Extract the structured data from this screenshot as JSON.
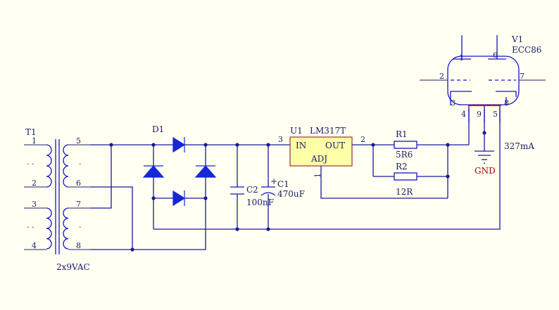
{
  "colors": {
    "background": "#fffff2",
    "wire": "#1a1a99",
    "ic_fill": "#ffffa8",
    "gnd_label": "#990000"
  },
  "transformer": {
    "ref": "T1",
    "spec": "2x9VAC",
    "pins_left": [
      "1",
      "2",
      "3",
      "4"
    ],
    "pins_right": [
      "5",
      "6",
      "7",
      "8"
    ]
  },
  "bridge": {
    "ref": "D1"
  },
  "capacitors": [
    {
      "ref": "C2",
      "value": "100nF"
    },
    {
      "ref": "C1",
      "value": "470uF",
      "polarity": "+"
    }
  ],
  "regulator": {
    "ref": "U1",
    "part": "LM317T",
    "pin_in": "IN",
    "pin_out": "OUT",
    "pin_adj": "ADJ",
    "pin_in_num": "3",
    "pin_out_num": "2",
    "pin_adj_num": "1"
  },
  "resistors": [
    {
      "ref": "R1",
      "value": "5R6"
    },
    {
      "ref": "R2",
      "value": ""
    }
  ],
  "combined_resistance": "12R",
  "tube": {
    "ref": "V1",
    "part": "ECC86",
    "pins": [
      "1",
      "2",
      "3",
      "4",
      "5",
      "6",
      "7",
      "8",
      "9"
    ]
  },
  "ground_label": "GND",
  "heater_current": "327mA"
}
